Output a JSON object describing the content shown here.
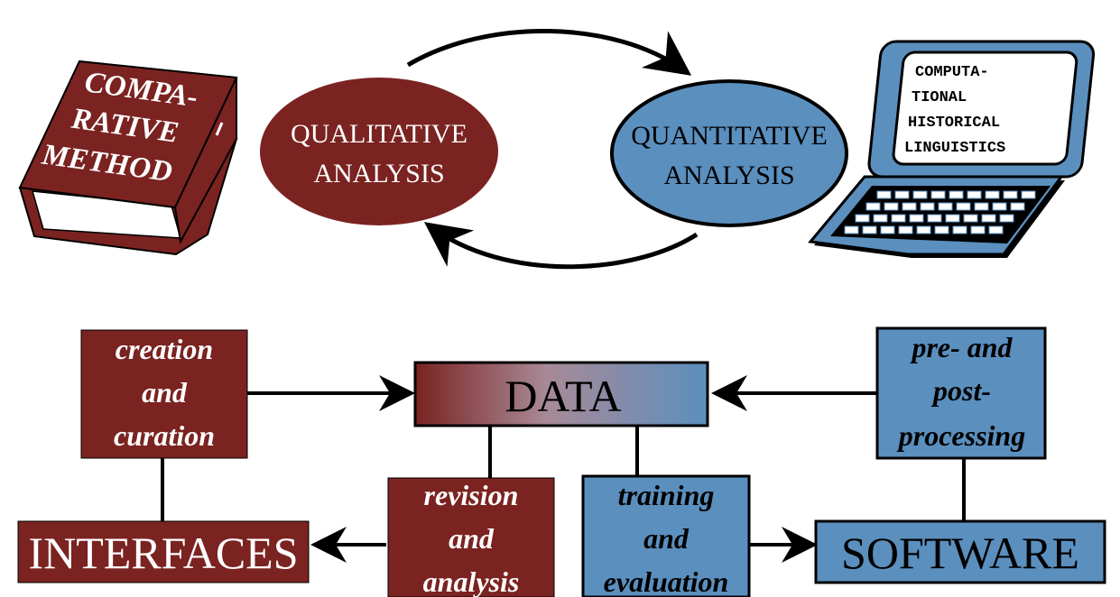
{
  "book": {
    "line1": "COMPA-",
    "line2": "RATIVE",
    "line3": "METHOD"
  },
  "qualitative": {
    "line1": "QUALITATIVE",
    "line2": "ANALYSIS"
  },
  "quantitative": {
    "line1": "QUANTITATIVE",
    "line2": "ANALYSIS"
  },
  "laptop": {
    "line1": "COMPUTA-",
    "line2": "TIONAL",
    "line3": "HISTORICAL",
    "line4": "LINGUISTICS"
  },
  "boxes": {
    "creation": [
      "creation",
      "and",
      "curation"
    ],
    "data": "DATA",
    "preprocessing": [
      "pre- and",
      "post-",
      "processing"
    ],
    "interfaces": "INTERFACES",
    "revision": [
      "revision",
      "and",
      "analysis"
    ],
    "training": [
      "training",
      "and",
      "evaluation"
    ],
    "software": "SOFTWARE"
  },
  "colors": {
    "maroon": "#7a2321",
    "blue": "#5b8fbe",
    "black": "#000000",
    "white": "#ffffff"
  }
}
